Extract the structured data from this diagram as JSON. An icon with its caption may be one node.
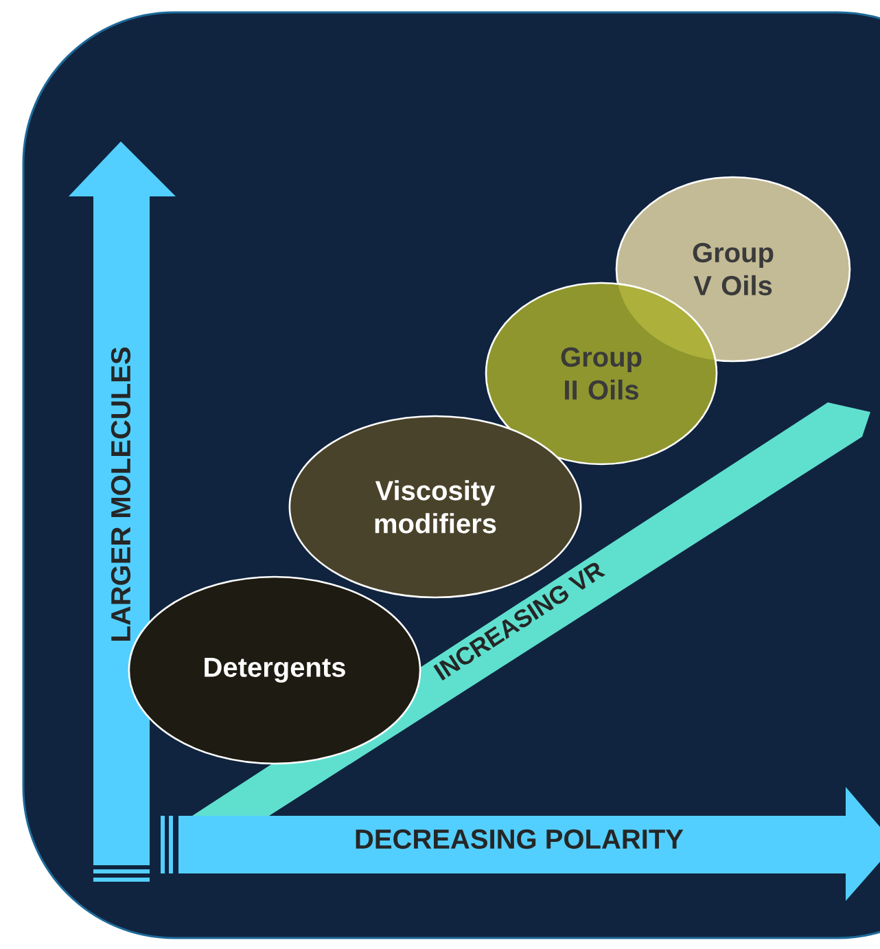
{
  "diagram": {
    "nodes": [
      {
        "text": [
          "Group V Oils"
        ]
      },
      {
        "text": [
          "Group II Oils"
        ]
      },
      {
        "text": [
          "Viscosity modifiers"
        ]
      },
      {
        "text": [
          "Detergents"
        ]
      }
    ],
    "labels": [
      "LARGER MOLECULES",
      "INCREASING VR",
      "DECREASING POLARITY"
    ]
  }
}
